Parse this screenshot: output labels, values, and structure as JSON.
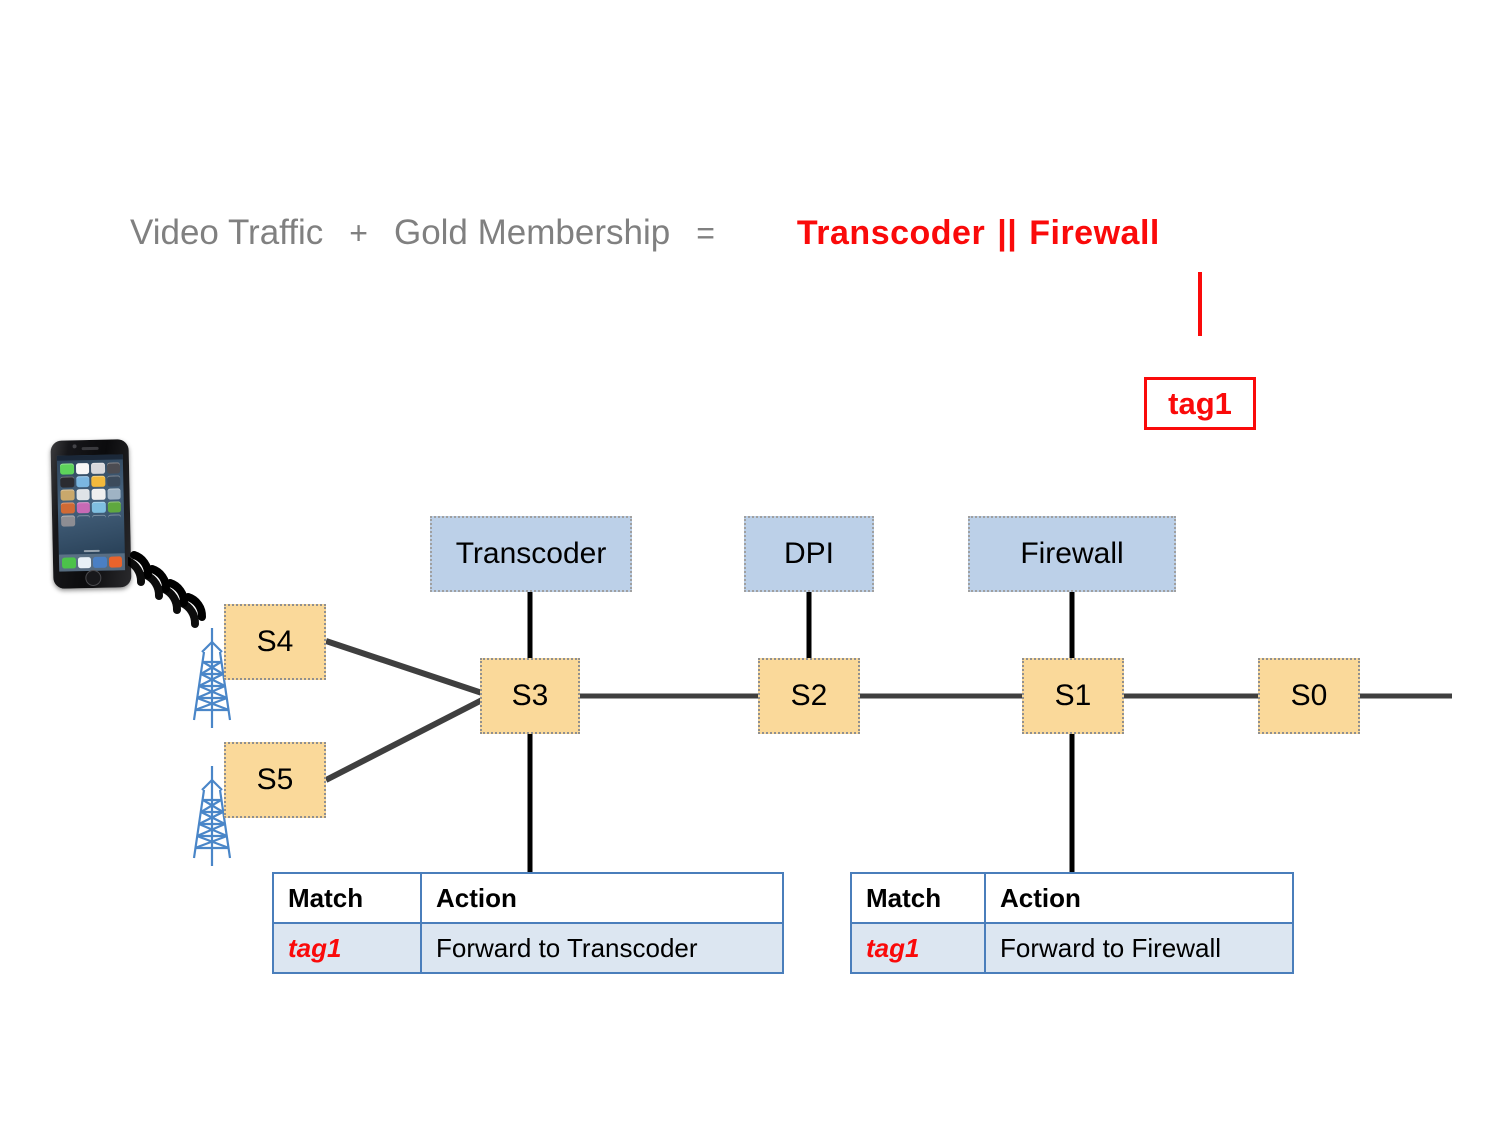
{
  "formula": {
    "term1": "Video Traffic",
    "plus": "+",
    "term2": "Gold Membership",
    "equals": "=",
    "result_left": "Transcoder",
    "result_bars": "||",
    "result_right": "Firewall",
    "accent_color": "#fa0a0a",
    "muted_color": "#808080"
  },
  "tag": {
    "label": "tag1"
  },
  "middleboxes": [
    {
      "label": "Transcoder"
    },
    {
      "label": "DPI"
    },
    {
      "label": "Firewall"
    }
  ],
  "switches": [
    {
      "label": "S4"
    },
    {
      "label": "S5"
    },
    {
      "label": "S3"
    },
    {
      "label": "S2"
    },
    {
      "label": "S1"
    },
    {
      "label": "S0"
    }
  ],
  "flow_tables": [
    {
      "headers": [
        "Match",
        "Action"
      ],
      "rows": [
        {
          "match": "tag1",
          "action": "Forward to Transcoder"
        }
      ]
    },
    {
      "headers": [
        "Match",
        "Action"
      ],
      "rows": [
        {
          "match": "tag1",
          "action": "Forward to Firewall"
        }
      ]
    }
  ],
  "colors": {
    "switch_fill": "#fad99a",
    "middlebox_fill": "#bcd0e8",
    "table_border": "#4a7ebb",
    "table_row_fill": "#dce6f1",
    "link": "#3f3f3f",
    "tower": "#4a86c8"
  }
}
